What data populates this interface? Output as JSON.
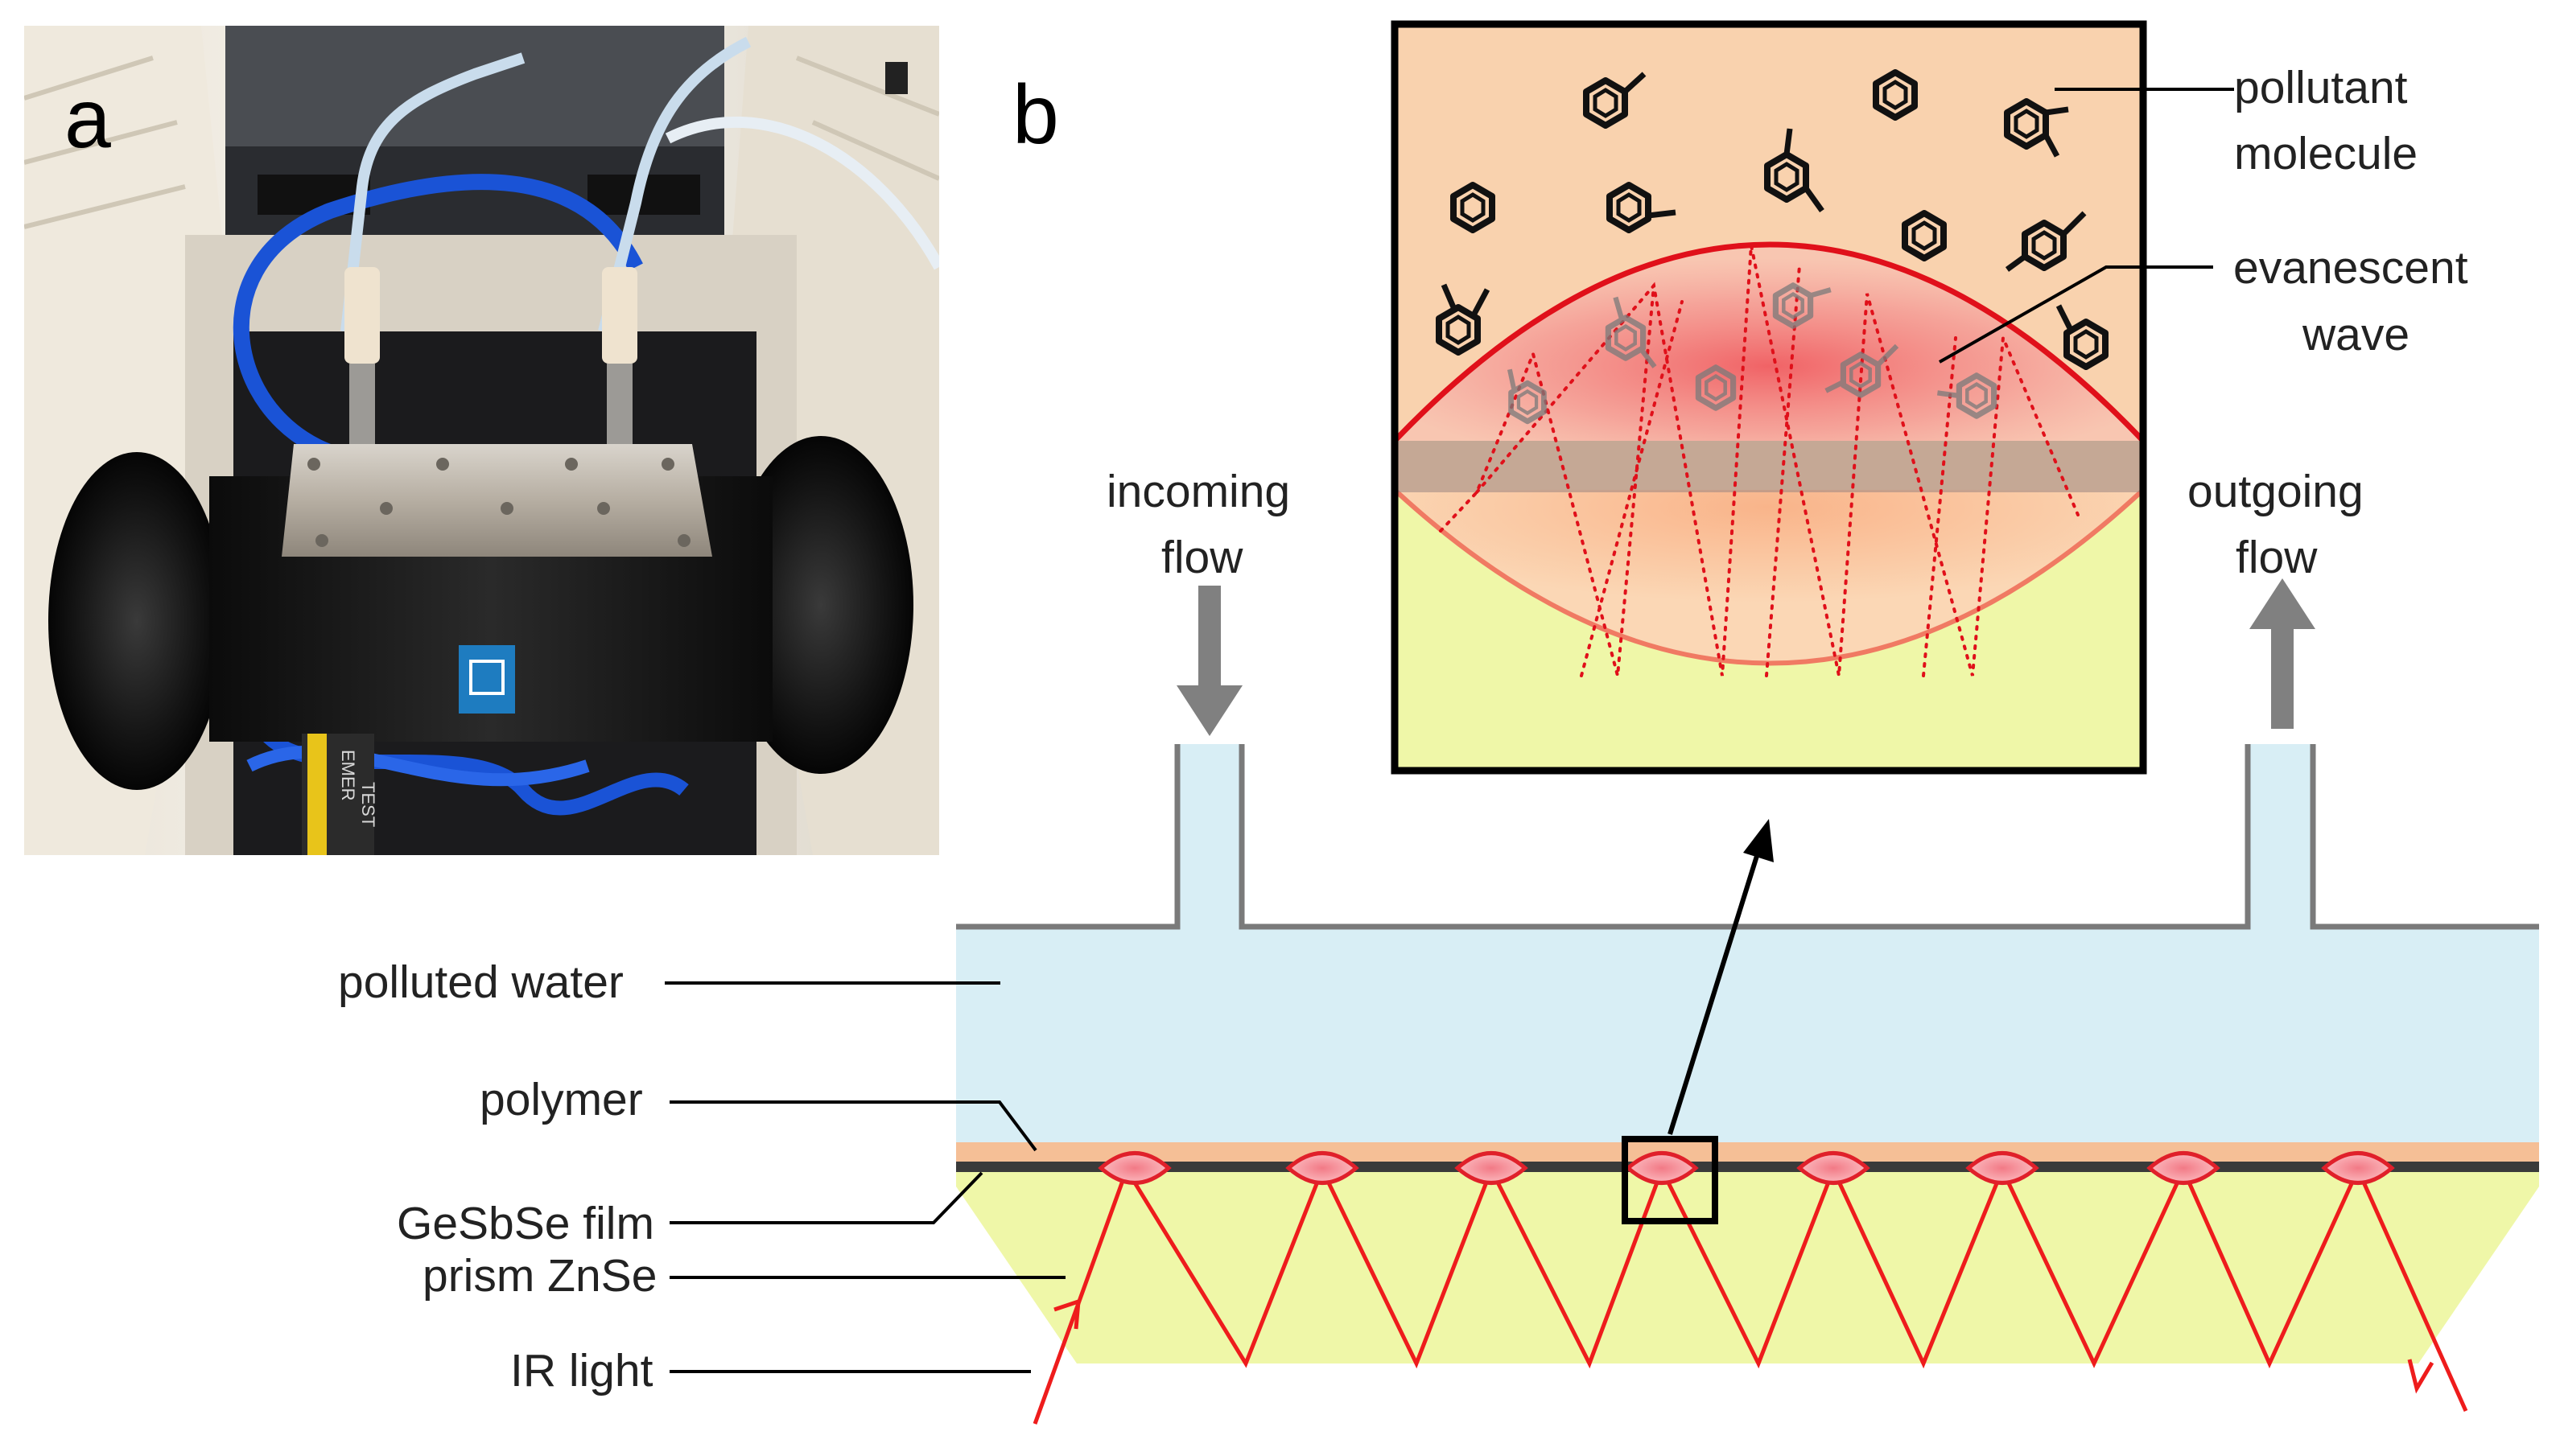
{
  "panels": {
    "a": {
      "letter": "a"
    },
    "b": {
      "letter": "b"
    }
  },
  "labels": {
    "pollutant_molecule": [
      "pollutant",
      "molecule"
    ],
    "evanescent_wave": [
      "evanescent",
      "wave"
    ],
    "incoming_flow": [
      "incoming",
      "flow"
    ],
    "outgoing_flow": [
      "outgoing",
      "flow"
    ],
    "polluted_water": "polluted water",
    "polymer": "polymer",
    "gesbse_film": "GeSbSe film",
    "prism_znse": "prism ZnSe",
    "ir_light": "IR light"
  },
  "photo": {
    "cell_labels": [
      "EMER",
      "TEST"
    ]
  },
  "colors": {
    "water": "#d8eef5",
    "polymer": "#f5bf96",
    "film": "#3a3a3a",
    "prism": "#eff7a8",
    "ir_light": "#ee1c1c",
    "flow_arrow": "#808080",
    "zoom_top": "#f9d2ae"
  }
}
